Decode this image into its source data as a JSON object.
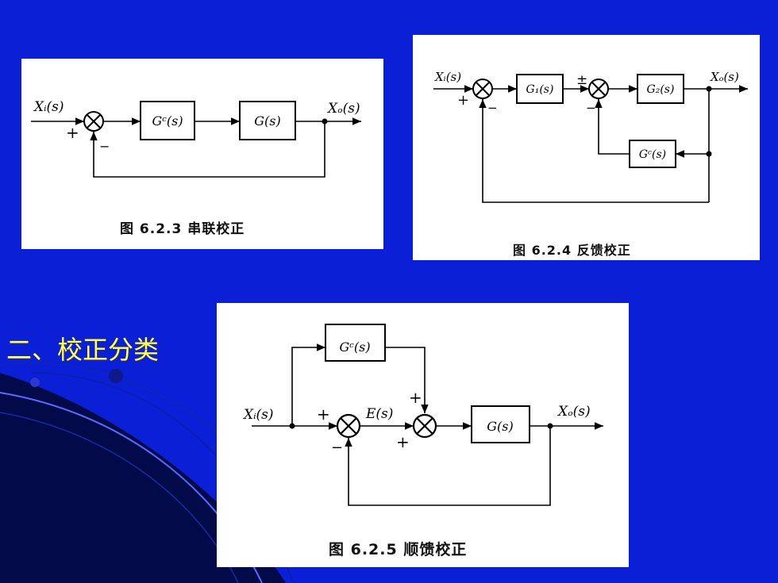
{
  "slide": {
    "heading": "二、校正分类",
    "colors": {
      "background": "#0a1fd6",
      "heading": "#ffff66",
      "panel": "#ffffff"
    }
  },
  "figure_series": {
    "caption": "图 6.2.3   串联校正",
    "input": "Xᵢ(s)",
    "output": "Xₒ(s)",
    "controller": "Gᶜ(s)",
    "plant": "G(s)",
    "sign_plus": "+",
    "sign_minus": "−"
  },
  "figure_feedback": {
    "caption": "图 6.2.4   反馈校正",
    "input": "Xᵢ(s)",
    "output": "Xₒ(s)",
    "block1": "G₁(s)",
    "block2": "G₂(s)",
    "feedback_block": "Gᶜ(s)",
    "sign_plus": "+",
    "sign_minus": "−",
    "sign_pm": "±"
  },
  "figure_feedforward": {
    "caption": "图 6.2.5   顺馈校正",
    "input": "Xᵢ(s)",
    "output": "Xₒ(s)",
    "error": "E(s)",
    "feedforward_block": "Gᶜ(s)",
    "plant": "G(s)",
    "sign_plus": "+",
    "sign_minus": "−"
  }
}
